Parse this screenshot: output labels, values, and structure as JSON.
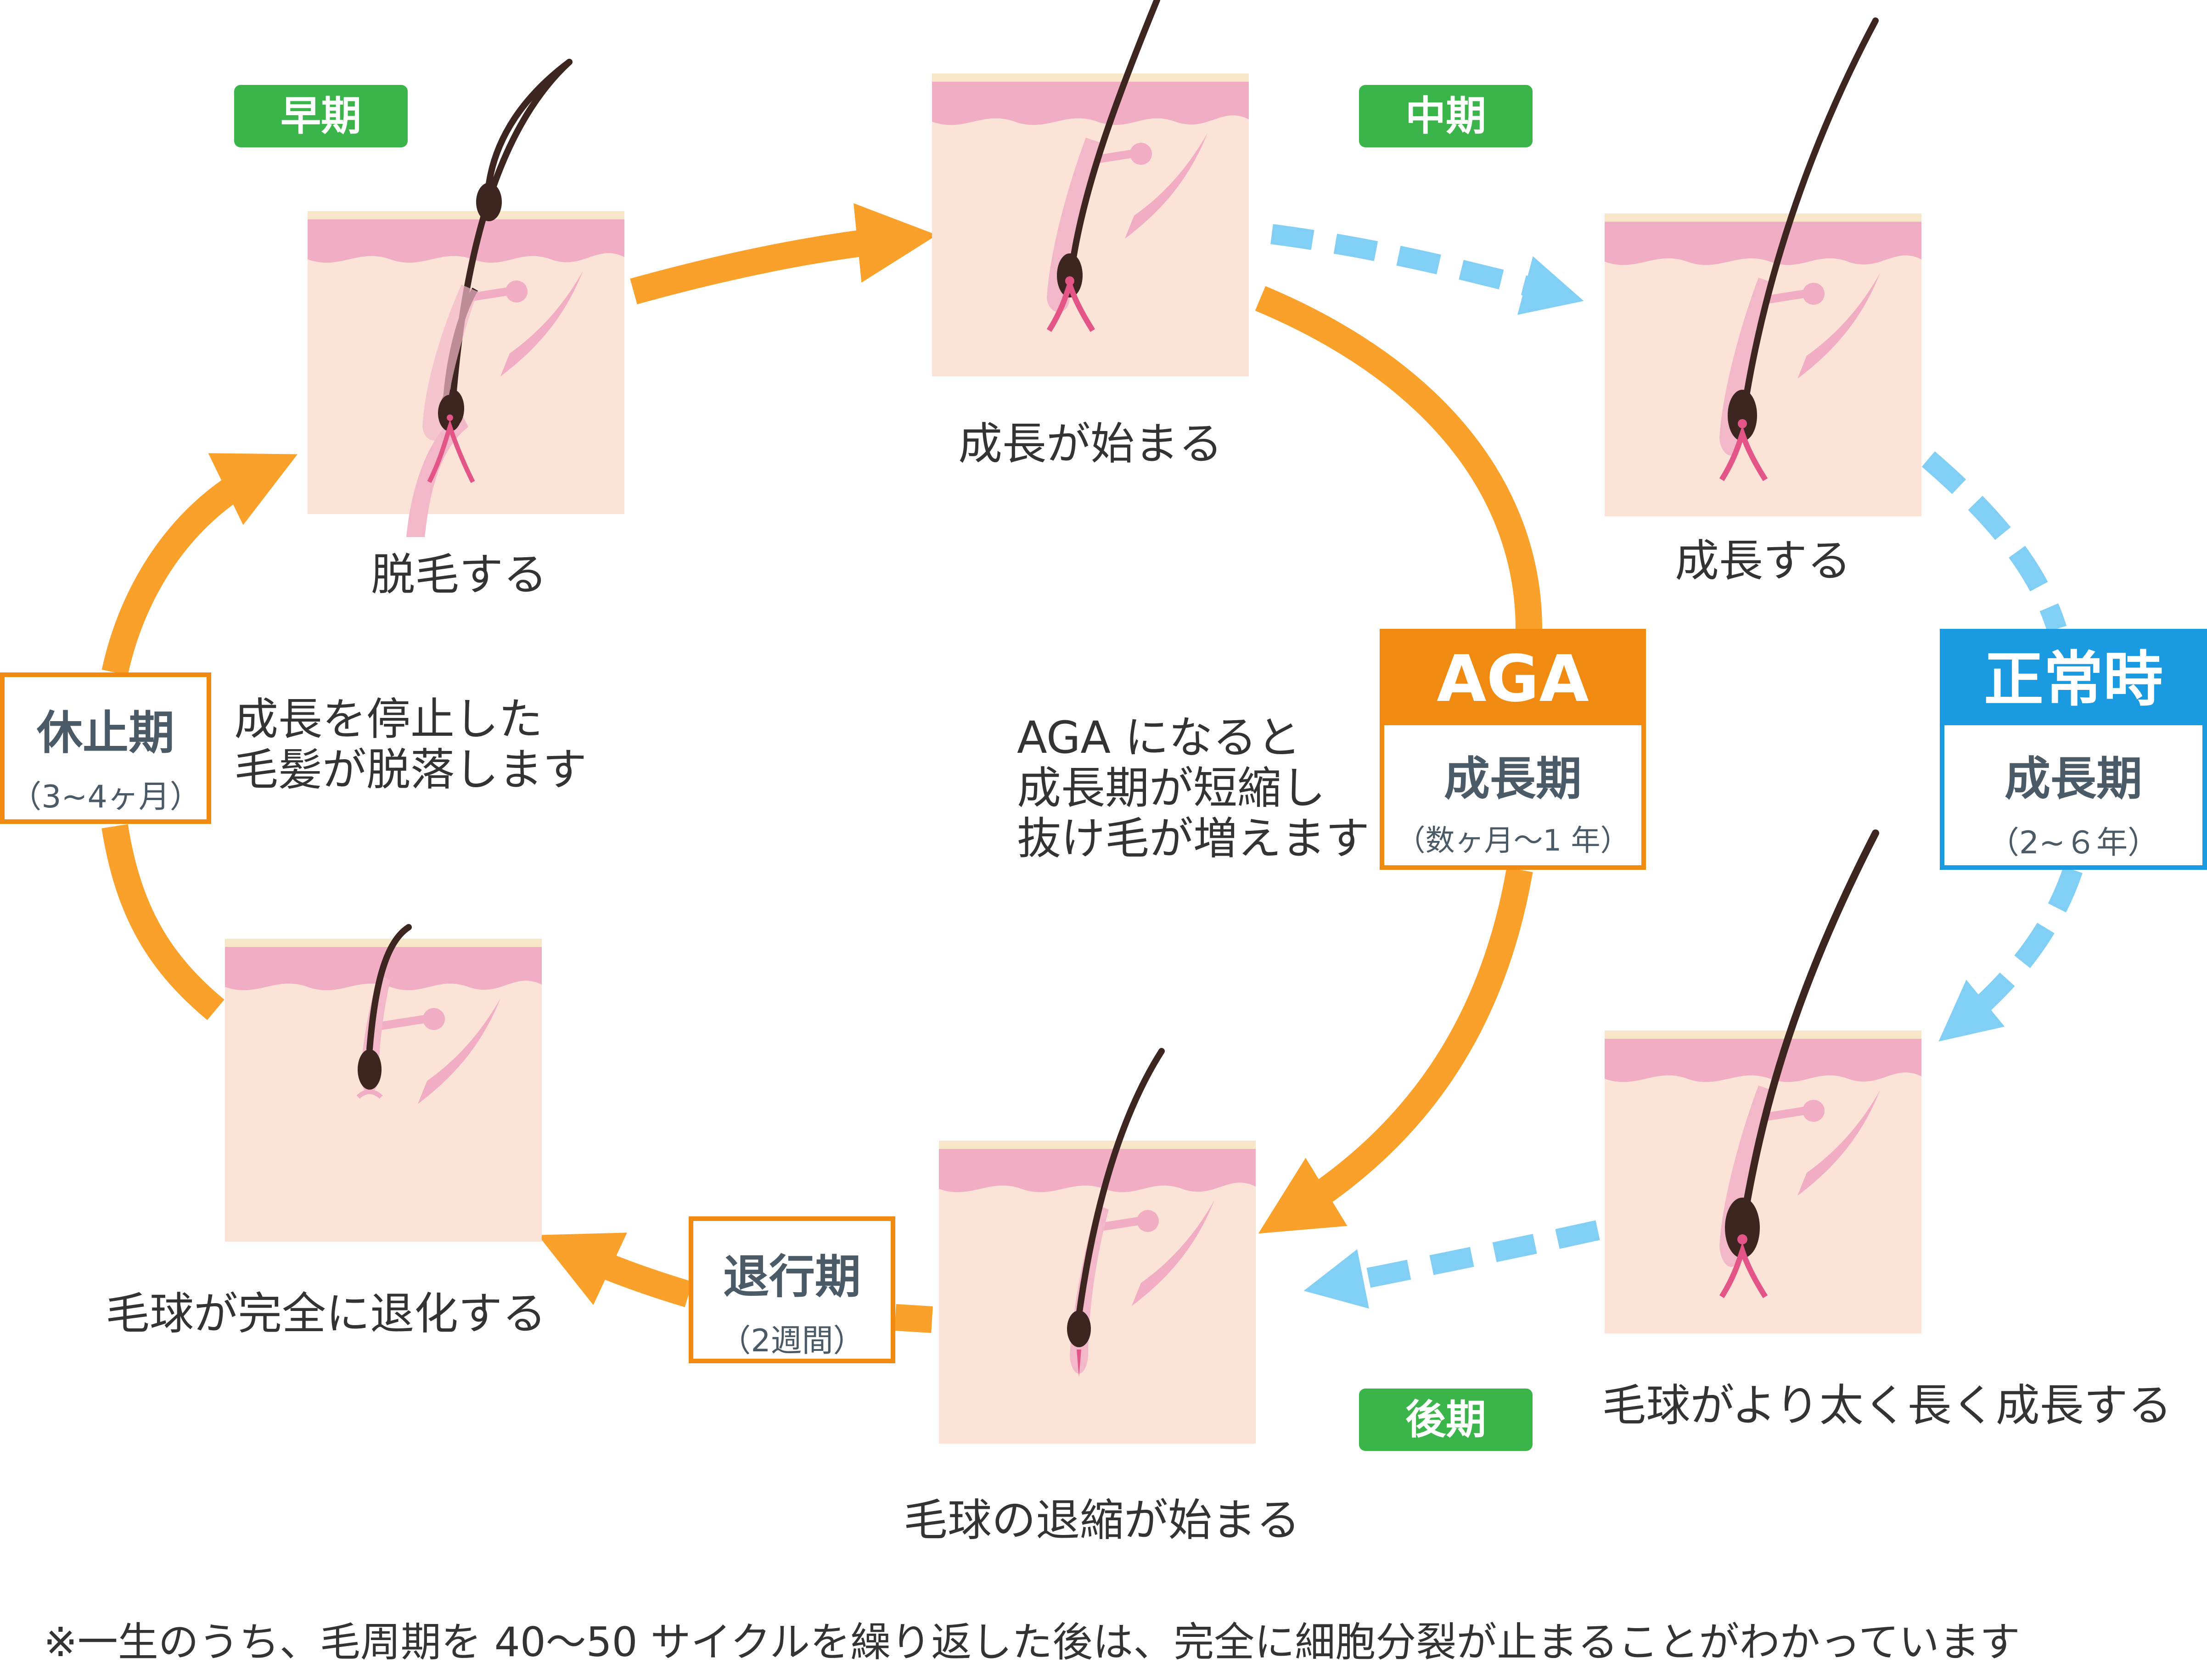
{
  "colors": {
    "growth_arrow": "#f9a12a",
    "aga_accent": "#f18a11",
    "normal_accent": "#1a9be1",
    "dashed_arrow": "#82cff5",
    "phase_tag": "#3bb54a",
    "skin": "#fbe3d7",
    "epidermis": "#f0adc4",
    "hair": "#3d2520"
  },
  "phase_tags": {
    "early": "早期",
    "middle": "中期",
    "late": "後期"
  },
  "stages": {
    "growth_starts": "成長が始まる",
    "growing": "成長する",
    "bulb_grows": "毛球がより太く長く成長する",
    "bulb_shrinks": "毛球の退縮が始まる",
    "bulb_regresses": "毛球が完全に退化する",
    "hair_loss": "脱毛する"
  },
  "resting": {
    "title": "休止期",
    "duration": "（3~4ヶ月）",
    "description_line1": "成長を停止した",
    "description_line2": "毛髪が脱落します"
  },
  "catagen": {
    "title": "退行期",
    "duration": "（2週間）"
  },
  "aga": {
    "header": "AGA",
    "title": "成長期",
    "duration": "（数ヶ月〜1 年）",
    "note_line1": "AGA になると",
    "note_line2": "成長期が短縮し",
    "note_line3": "抜け毛が増えます"
  },
  "normal": {
    "header": "正常時",
    "title": "成長期",
    "duration": "（2~６年）"
  },
  "footnote": "※一生のうち、毛周期を 40〜50 サイクルを繰り返した後は、完全に細胞分裂が止まることがわかっています"
}
